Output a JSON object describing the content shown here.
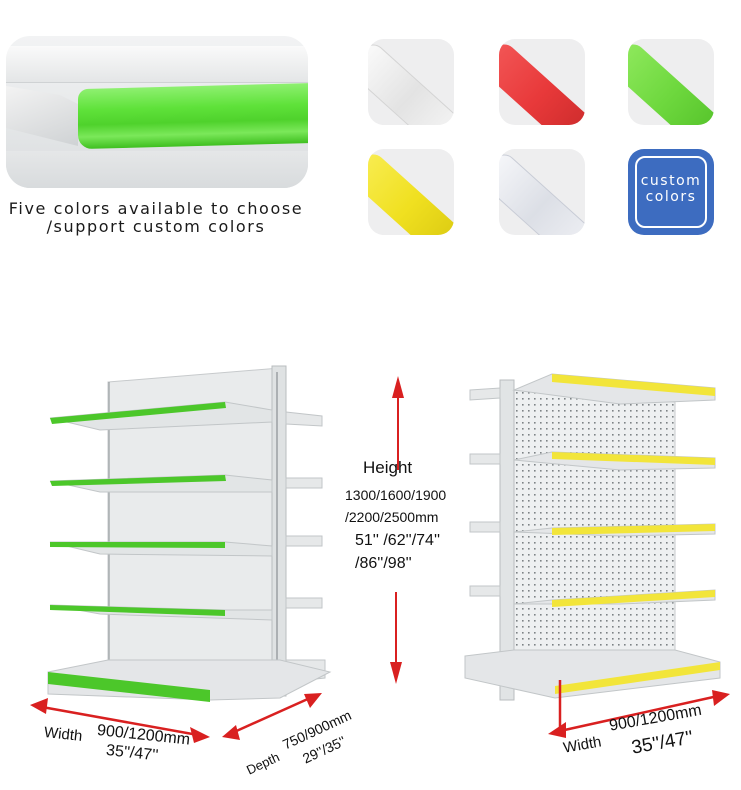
{
  "feature": {
    "caption_line1": "Five colors available to choose",
    "caption_line2": "/support custom colors",
    "hero_color": "#5fe23a"
  },
  "color_options": [
    {
      "name": "white",
      "color": "#f4f4f4"
    },
    {
      "name": "red",
      "color": "#e8393a"
    },
    {
      "name": "green",
      "color": "#6ed83e"
    },
    {
      "name": "yellow",
      "color": "#f0e020"
    },
    {
      "name": "transparent",
      "color": "#e2e4ea"
    },
    {
      "name": "custom",
      "color": "#3d6cc0",
      "label_line1": "custom",
      "label_line2": "colors"
    }
  ],
  "dimensions": {
    "height": {
      "label": "Height",
      "mm_line1": "1300/1600/1900",
      "mm_line2": "/2200/2500mm",
      "in_line1": "51'' /62''/74''",
      "in_line2": "/86''/98''"
    },
    "left_unit": {
      "strip_color": "#4cc72a",
      "width_label": "Width",
      "width_mm": "900/1200mm",
      "width_in": "35''/47''",
      "depth_label": "Depth",
      "depth_mm": "750/900mm",
      "depth_in": "29''/35''"
    },
    "right_unit": {
      "strip_color": "#f2e53a",
      "width_label": "Width",
      "width_mm": "900/1200mm",
      "width_in": "35''/47''"
    },
    "arrow_color": "#d92020"
  }
}
